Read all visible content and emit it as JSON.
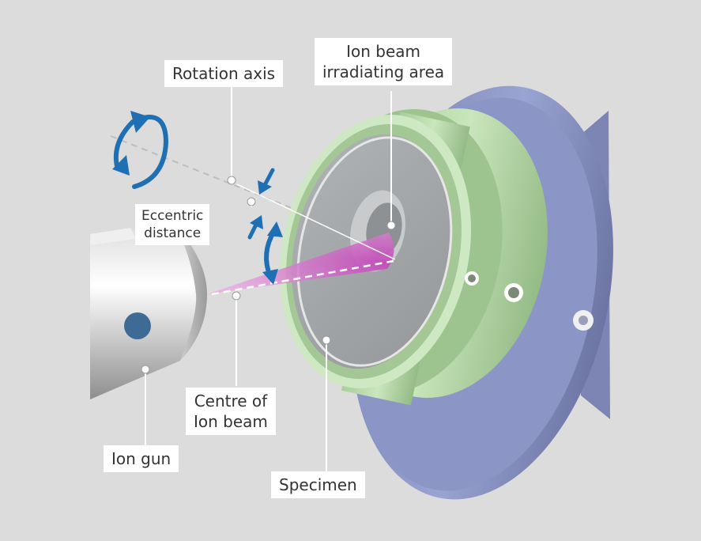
{
  "labels": {
    "rotation_axis": "Rotation axis",
    "ion_beam_area": [
      "Ion beam",
      "irradiating area"
    ],
    "eccentric_distance": [
      "Eccentric",
      "distance"
    ],
    "centre_of_ion_beam": [
      "Centre of",
      "Ion beam"
    ],
    "ion_gun": "Ion gun",
    "specimen": "Specimen"
  },
  "colors": {
    "background": "#dcdcdc",
    "arrow_blue": "#1f6fb5",
    "beam_magenta": "#d070c8",
    "holder_green": "#b4d6a8",
    "base_blue": "#8c97c8",
    "gun_silver": "#c8c8c8",
    "specimen_grey": "#a3a6a8"
  },
  "icons": [
    "rotation-arrow-icon",
    "eccentric-arrow-icon",
    "tilt-arrow-icon"
  ]
}
